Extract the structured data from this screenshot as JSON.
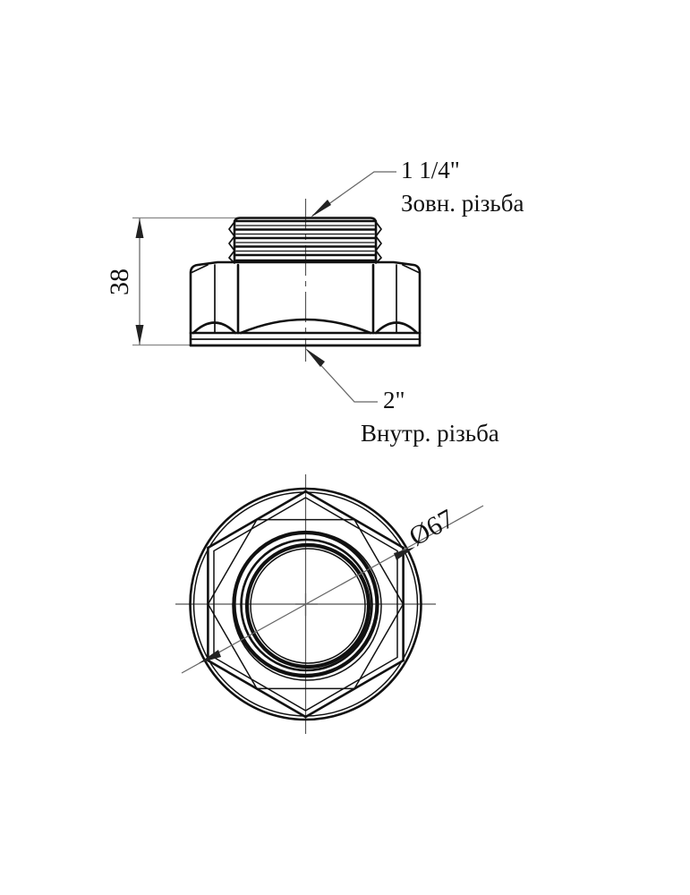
{
  "drawing": {
    "title": "Technical drawing of a threaded hex adapter fitting",
    "background_color": "#ffffff",
    "line_color": "#111111",
    "dimension_line_color": "#666666",
    "views": {
      "front": {
        "name": "front-elevation-view",
        "height_dimension": {
          "label": "38",
          "orientation": "vertical",
          "unit_implied": "mm"
        },
        "callouts": [
          {
            "name": "external-thread-callout",
            "line1": "1 1/4\"",
            "line2": "Зовн. різьба",
            "points_to": "threaded-neck"
          },
          {
            "name": "internal-thread-callout",
            "line1": "2\"",
            "line2": "Внутр. різьба",
            "points_to": "hex-body-bore"
          }
        ]
      },
      "bottom": {
        "name": "bottom-plan-view",
        "diameter_dimension": {
          "label": "Ø67",
          "orientation": "diagonal",
          "unit_implied": "mm"
        }
      }
    }
  }
}
